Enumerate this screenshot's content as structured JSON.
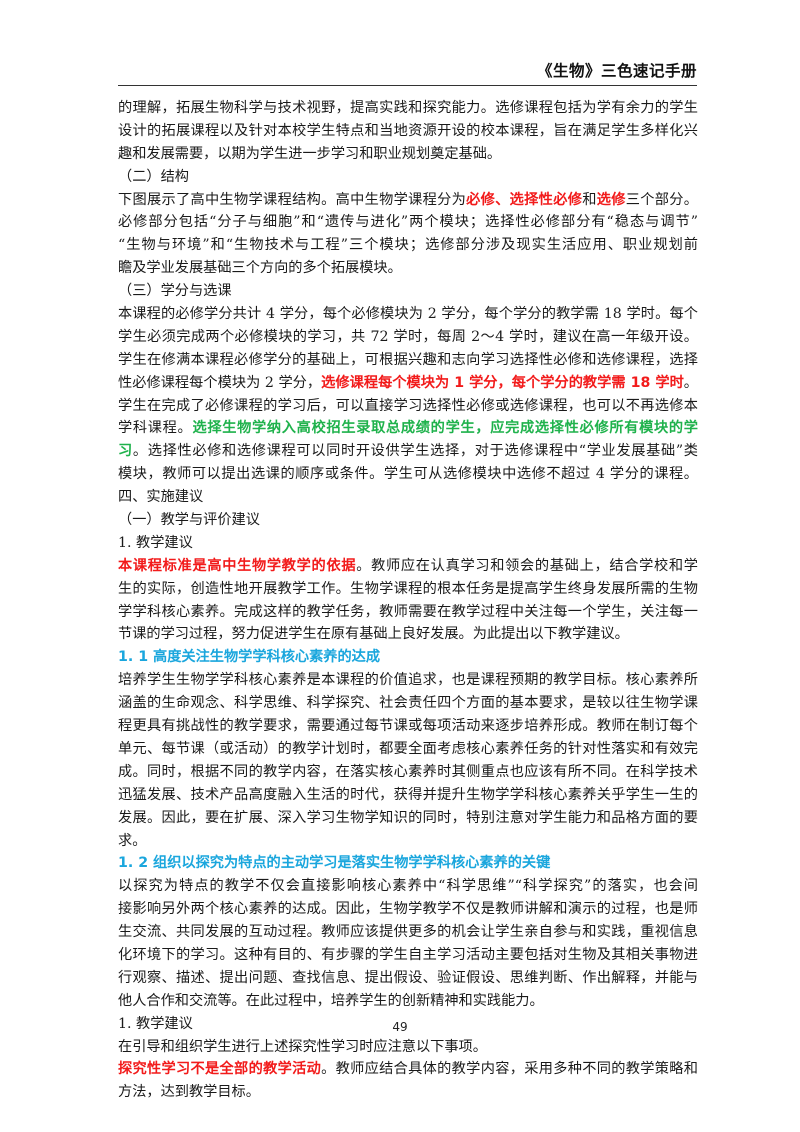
{
  "header": {
    "title": "《生物》三色速记手册"
  },
  "page_number": "49",
  "colors": {
    "red": "#f21b1b",
    "green": "#1fb24c",
    "blue": "#1aa6dd"
  },
  "lines": [
    {
      "segs": [
        {
          "t": "的理解，拓展生物科学与技术视野，提高实践和探究能力。选修课程包括为学有余力的学生"
        }
      ],
      "just": true
    },
    {
      "segs": [
        {
          "t": "设计的拓展课程以及针对本校学生特点和当地资源开设的校本课程，旨在满足学生多样化兴"
        }
      ],
      "just": true
    },
    {
      "segs": [
        {
          "t": "趣和发展需要，以期为学生进一步学习和职业规划奠定基础。"
        }
      ]
    },
    {
      "segs": [
        {
          "t": "（二）结构"
        }
      ]
    },
    {
      "segs": [
        {
          "t": "下图展示了高中生物学课程结构。高中生物学课程分为"
        },
        {
          "t": "必修、选择性必修",
          "c": "red"
        },
        {
          "t": "和"
        },
        {
          "t": "选修",
          "c": "red"
        },
        {
          "t": "三个部分。"
        }
      ],
      "just": true
    },
    {
      "segs": [
        {
          "t": "必修部分包括“分子与细胞”和“遗传与进化”两个模块；选择性必修部分有“稳态与调节”"
        }
      ],
      "just": true
    },
    {
      "segs": [
        {
          "t": "“生物与环境”和“生物技术与工程”三个模块；选修部分涉及现实生活应用、职业规划前"
        }
      ],
      "just": true
    },
    {
      "segs": [
        {
          "t": "瞻及学业发展基础三个方向的多个拓展模块。"
        }
      ]
    },
    {
      "segs": [
        {
          "t": "（三）学分与选课"
        }
      ]
    },
    {
      "segs": [
        {
          "t": "本课程的必修学分共计 4 学分，每个必修模块为 2 学分，每个学分的教学需 18 学时。每个"
        }
      ],
      "just": true
    },
    {
      "segs": [
        {
          "t": "学生必须完成两个必修模块的学习，共 72 学时，每周 2～4 学时，建议在高一年级开设。"
        }
      ],
      "just": true
    },
    {
      "segs": [
        {
          "t": "学生在修满本课程必修学分的基础上，可根据兴趣和志向学习选择性必修和选修课程，选择"
        }
      ],
      "just": true
    },
    {
      "segs": [
        {
          "t": "性必修课程每个模块为 2 学分，"
        },
        {
          "t": "选修课程每个模块为 1 学分，每个学分的教学需 18 学时",
          "c": "red"
        },
        {
          "t": "。"
        }
      ],
      "just": true
    },
    {
      "segs": [
        {
          "t": "学生在完成了必修课程的学习后，可以直接学习选择性必修或选修课程，也可以不再选修本"
        }
      ],
      "just": true
    },
    {
      "segs": [
        {
          "t": "学科课程。"
        },
        {
          "t": "选择生物学纳入高校招生录取总成绩的学生，应完成选择性必修所有模块的学",
          "c": "green"
        }
      ],
      "just": true
    },
    {
      "segs": [
        {
          "t": "习",
          "c": "green"
        },
        {
          "t": "。选择性必修和选修课程可以同时开设供学生选择，对于选修课程中“学业发展基础”类"
        }
      ],
      "just": true
    },
    {
      "segs": [
        {
          "t": "模块，教师可以提出选课的顺序或条件。学生可从选修模块中选修不超过 4 学分的课程。"
        }
      ],
      "just": true
    },
    {
      "segs": [
        {
          "t": "四、实施建议"
        }
      ]
    },
    {
      "segs": [
        {
          "t": "（一）教学与评价建议"
        }
      ]
    },
    {
      "segs": [
        {
          "t": "1. 教学建议"
        }
      ]
    },
    {
      "segs": [
        {
          "t": "本课程标准是高中生物学教学的依据",
          "c": "red"
        },
        {
          "t": "。教师应在认真学习和领会的基础上，结合学校和学"
        }
      ],
      "just": true
    },
    {
      "segs": [
        {
          "t": "生的实际，创造性地开展教学工作。生物学课程的根本任务是提高学生终身发展所需的生物"
        }
      ],
      "just": true
    },
    {
      "segs": [
        {
          "t": "学学科核心素养。完成这样的教学任务，教师需要在教学过程中关注每一个学生，关注每一"
        }
      ],
      "just": true
    },
    {
      "segs": [
        {
          "t": "节课的学习过程，努力促进学生在原有基础上良好发展。为此提出以下教学建议。"
        }
      ]
    },
    {
      "segs": [
        {
          "t": "1. 1  高度关注生物学学科核心素养的达成",
          "c": "blue"
        }
      ]
    },
    {
      "segs": [
        {
          "t": "培养学生生物学学科核心素养是本课程的价值追求，也是课程预期的教学目标。核心素养所"
        }
      ],
      "just": true
    },
    {
      "segs": [
        {
          "t": "涵盖的生命观念、科学思维、科学探究、社会责任四个方面的基本要求，是较以往生物学课"
        }
      ],
      "just": true
    },
    {
      "segs": [
        {
          "t": "程更具有挑战性的教学要求，需要通过每节课或每项活动来逐步培养形成。教师在制订每个"
        }
      ],
      "just": true
    },
    {
      "segs": [
        {
          "t": "单元、每节课（或活动）的教学计划时，都要全面考虑核心素养任务的针对性落实和有效完"
        }
      ],
      "just": true
    },
    {
      "segs": [
        {
          "t": "成。同时，根据不同的教学内容，在落实核心素养时其侧重点也应该有所不同。在科学技术"
        }
      ],
      "just": true
    },
    {
      "segs": [
        {
          "t": "迅猛发展、技术产品高度融入生活的时代，获得并提升生物学学科核心素养关乎学生一生的"
        }
      ],
      "just": true
    },
    {
      "segs": [
        {
          "t": "发展。因此，要在扩展、深入学习生物学知识的同时，特别注意对学生能力和品格方面的要"
        }
      ],
      "just": true
    },
    {
      "segs": [
        {
          "t": "求。"
        }
      ]
    },
    {
      "segs": [
        {
          "t": "1. 2  组织以探究为特点的主动学习是落实生物学学科核心素养的关键",
          "c": "blue"
        }
      ]
    },
    {
      "segs": [
        {
          "t": "以探究为特点的教学不仅会直接影响核心素养中“科学思维”“科学探究”的落实，也会间"
        }
      ],
      "just": true
    },
    {
      "segs": [
        {
          "t": "接影响另外两个核心素养的达成。因此，生物学教学不仅是教师讲解和演示的过程，也是师"
        }
      ],
      "just": true
    },
    {
      "segs": [
        {
          "t": "生交流、共同发展的互动过程。教师应该提供更多的机会让学生亲自参与和实践，重视信息"
        }
      ],
      "just": true
    },
    {
      "segs": [
        {
          "t": "化环境下的学习。这种有目的、有步骤的学生自主学习活动主要包括对生物及其相关事物进"
        }
      ],
      "just": true
    },
    {
      "segs": [
        {
          "t": "行观察、描述、提出问题、查找信息、提出假设、验证假设、思维判断、作出解释，并能与"
        }
      ],
      "just": true
    },
    {
      "segs": [
        {
          "t": "他人合作和交流等。在此过程中，培养学生的创新精神和实践能力。"
        }
      ]
    },
    {
      "segs": [
        {
          "t": "1. 教学建议"
        }
      ]
    },
    {
      "segs": [
        {
          "t": "在引导和组织学生进行上述探究性学习时应注意以下事项。"
        }
      ]
    },
    {
      "segs": [
        {
          "t": "探究性学习不是全部的教学活动",
          "c": "red"
        },
        {
          "t": "。教师应结合具体的教学内容，采用多种不同的教学策略和"
        }
      ],
      "just": true
    },
    {
      "segs": [
        {
          "t": "方法，达到教学目标。"
        }
      ]
    }
  ]
}
